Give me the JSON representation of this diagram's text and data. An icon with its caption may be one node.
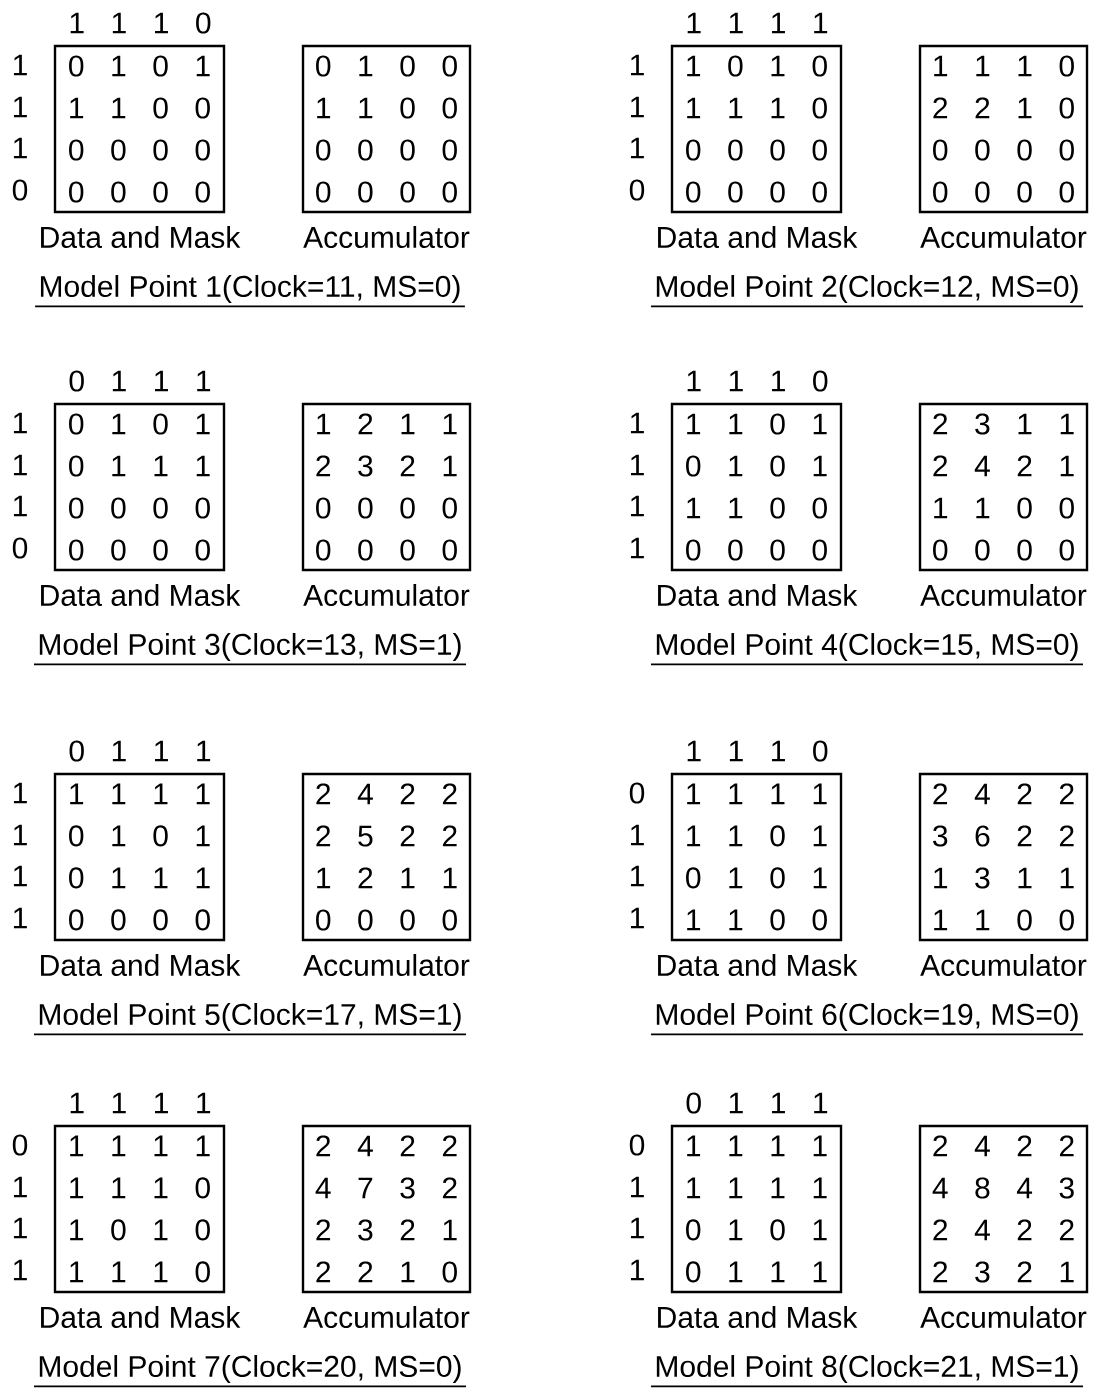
{
  "diagram": {
    "nodes": [
      {
        "text": [
          "0 1 0 1",
          "1 1 0 0",
          "0 0 0 0",
          "0 0 0 0"
        ],
        "beside": [
          "Data and Mask"
        ]
      },
      {
        "text": [
          "0 1 0 0",
          "1 1 0 0",
          "0 0 0 0",
          "0 0 0 0"
        ],
        "beside": [
          "Accumulator"
        ]
      },
      {
        "text": [
          "1 0 1 0",
          "1 1 1 0",
          "0 0 0 0",
          "0 0 0 0"
        ],
        "beside": [
          "Data and Mask"
        ]
      },
      {
        "text": [
          "1 1 1 0",
          "2 2 1 0",
          "0 0 0 0",
          "0 0 0 0"
        ],
        "beside": [
          "Accumulator"
        ]
      },
      {
        "text": [
          "0 1 0 1",
          "0 1 1 1",
          "0 0 0 0",
          "0 0 0 0"
        ],
        "beside": [
          "Data and Mask"
        ]
      },
      {
        "text": [
          "1 2 1 1",
          "2 3 2 1",
          "0 0 0 0",
          "0 0 0 0"
        ],
        "beside": [
          "Accumulator"
        ]
      },
      {
        "text": [
          "1 1 0 1",
          "0 1 0 1",
          "1 1 0 0",
          "0 0 0 0"
        ],
        "beside": [
          "Data and Mask"
        ]
      },
      {
        "text": [
          "2 3 1 1",
          "2 4 2 1",
          "1 1 0 0",
          "0 0 0 0"
        ],
        "beside": [
          "Accumulator"
        ]
      },
      {
        "text": [
          "1 1 1 1",
          "0 1 0 1",
          "0 1 1 1",
          "0 0 0 0"
        ],
        "beside": [
          "Data and Mask"
        ]
      },
      {
        "text": [
          "2 4 2 2",
          "2 5 2 2",
          "1 2 1 1",
          "0 0 0 0"
        ],
        "beside": [
          "Accumulator"
        ]
      },
      {
        "text": [
          "1 1 1 1",
          "1 1 0 1",
          "0 1 0 1",
          "1 1 0 0"
        ],
        "beside": [
          "Data and Mask"
        ]
      },
      {
        "text": [
          "2 4 2 2",
          "3 6 2 2",
          "1 3 1 1",
          "1 1 0 0"
        ],
        "beside": [
          "Accumulator"
        ]
      },
      {
        "text": [
          "1 1 1 1",
          "1 1 1 0",
          "1 0 1 0",
          "1 1 1 0"
        ],
        "beside": [
          "Data and Mask"
        ]
      },
      {
        "text": [
          "2 4 2 2",
          "4 7 3 2",
          "2 3 2 1",
          "2 2 1 0"
        ],
        "beside": [
          "Accumulator"
        ]
      },
      {
        "text": [
          "1 1 1 1",
          "1 1 1 1",
          "0 1 0 1",
          "0 1 1 1"
        ],
        "beside": [
          "Data and Mask"
        ]
      },
      {
        "text": [
          "2 4 2 2",
          "4 8 4 3",
          "2 4 2 2",
          "2 3 2 1"
        ],
        "beside": [
          "Accumulator"
        ]
      }
    ],
    "labels": [
      "1 1 1 0",
      "1",
      "1",
      "1",
      "0",
      "Model Point 1(Clock=11, MS=0)",
      "1 1 1 1",
      "1",
      "1",
      "1",
      "0",
      "Model Point 2(Clock=12, MS=0)",
      "0 1 1 1",
      "1",
      "1",
      "1",
      "0",
      "Model Point 3(Clock=13, MS=1)",
      "1 1 1 0",
      "1",
      "1",
      "1",
      "1",
      "Model Point 4(Clock=15, MS=0)",
      "0 1 1 1",
      "1",
      "1",
      "1",
      "1",
      "Model Point 5(Clock=17, MS=1)",
      "1 1 1 0",
      "0",
      "1",
      "1",
      "1",
      "Model Point 6(Clock=19, MS=0)",
      "1 1 1 1",
      "0",
      "1",
      "1",
      "1",
      "Model Point 7(Clock=20, MS=0)",
      "0 1 1 1",
      "0",
      "1",
      "1",
      "1",
      "Model Point 8(Clock=21, MS=1)"
    ]
  }
}
